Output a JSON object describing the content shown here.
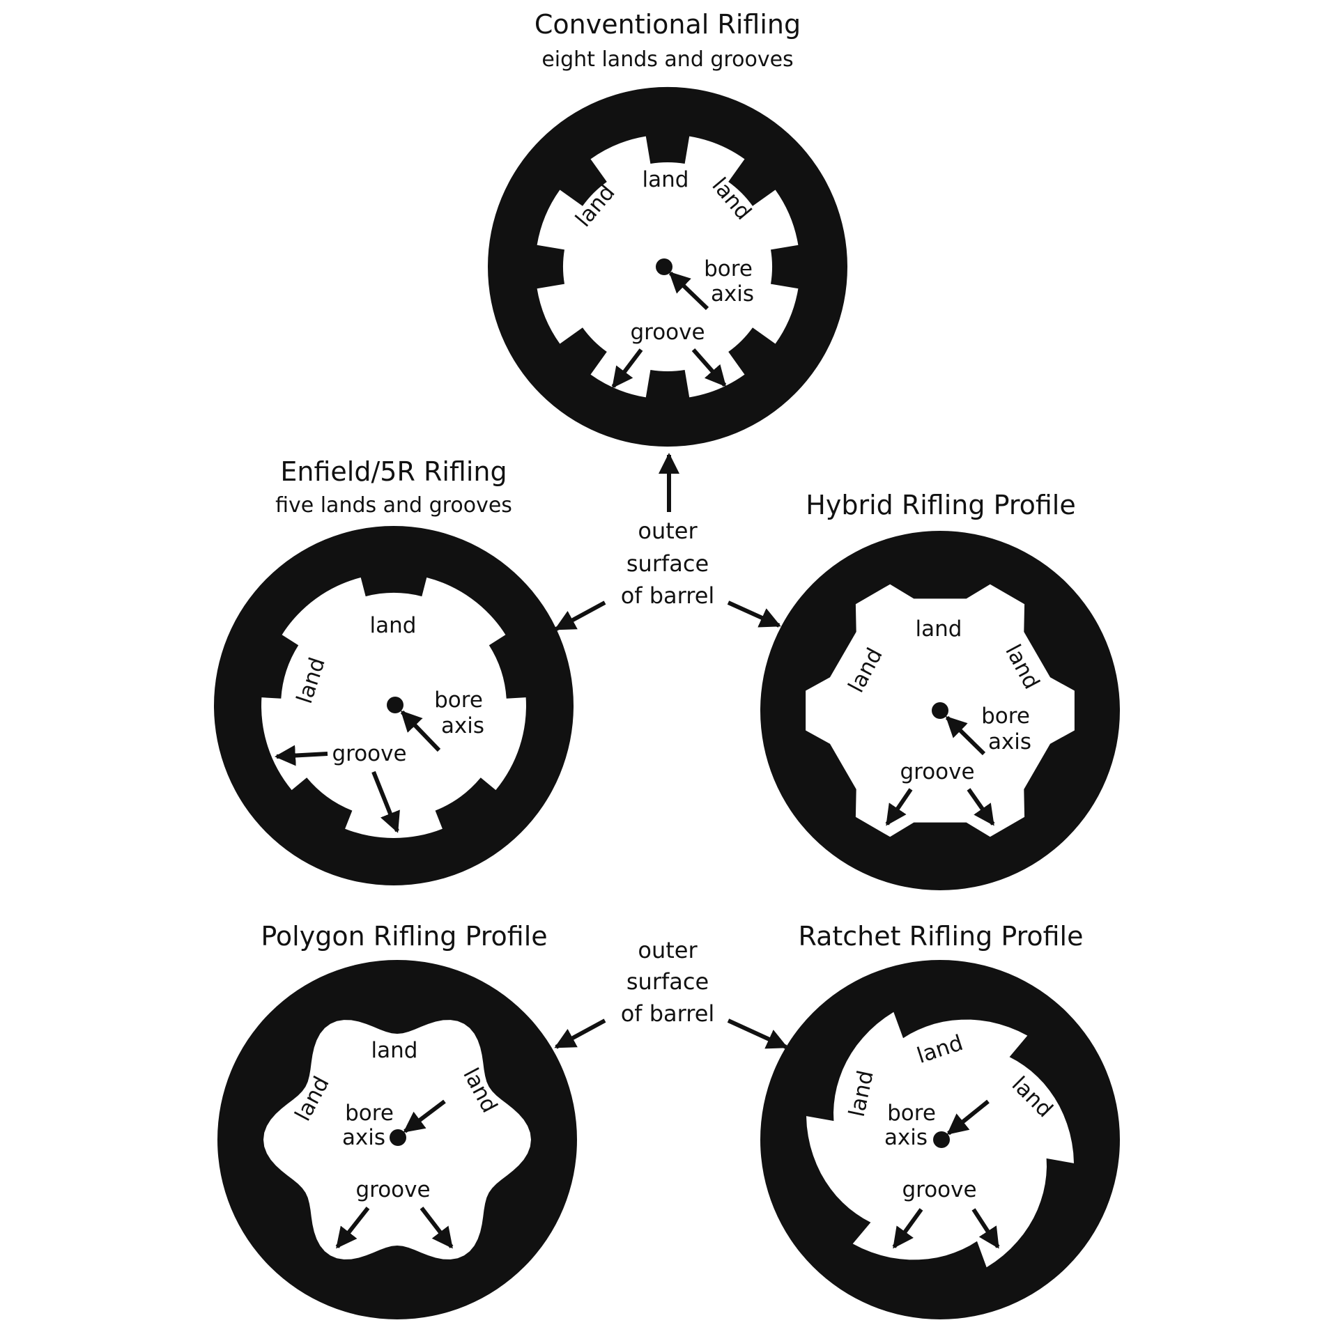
{
  "colors": {
    "ink": "#111111",
    "paper": "#ffffff"
  },
  "callouts": {
    "outer_surface_top": [
      "outer",
      "surface",
      "of barrel"
    ],
    "outer_surface_bottom": [
      "outer",
      "surface",
      "of barrel"
    ]
  },
  "profiles": [
    {
      "id": "conventional",
      "title": "Conventional Rifling",
      "subtitle": "eight lands and grooves",
      "land_count": 8,
      "labels": {
        "land": "land",
        "groove": "groove",
        "bore": "bore",
        "axis": "axis"
      }
    },
    {
      "id": "enfield",
      "title": "Enfield/5R Rifling",
      "subtitle": "five lands and grooves",
      "land_count": 5,
      "labels": {
        "land": "land",
        "groove": "groove",
        "bore": "bore",
        "axis": "axis"
      }
    },
    {
      "id": "hybrid",
      "title": "Hybrid Rifling Profile",
      "subtitle": "",
      "land_count": 6,
      "labels": {
        "land": "land",
        "groove": "groove",
        "bore": "bore",
        "axis": "axis"
      }
    },
    {
      "id": "polygon",
      "title": "Polygon Rifling Profile",
      "subtitle": "",
      "land_count": 6,
      "labels": {
        "land": "land",
        "groove": "groove",
        "bore": "bore",
        "axis": "axis"
      }
    },
    {
      "id": "ratchet",
      "title": "Ratchet Rifling Profile",
      "subtitle": "",
      "land_count": 6,
      "labels": {
        "land": "land",
        "groove": "groove",
        "bore": "bore",
        "axis": "axis"
      }
    }
  ]
}
